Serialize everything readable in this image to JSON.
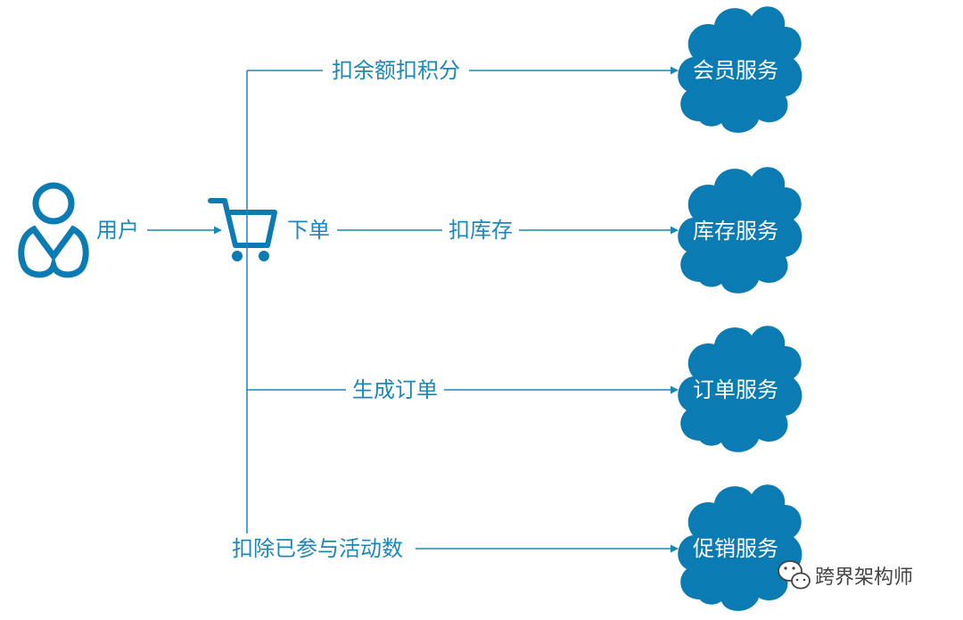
{
  "actor": {
    "label": "用户",
    "icon": "user-icon"
  },
  "order": {
    "label": "下单",
    "icon": "shopping-cart-icon"
  },
  "flows": [
    {
      "action": "扣余额扣积分",
      "service": "会员服务"
    },
    {
      "action": "扣库存",
      "service": "库存服务"
    },
    {
      "action": "生成订单",
      "service": "订单服务"
    },
    {
      "action": "扣除已参与活动数",
      "service": "促销服务"
    }
  ],
  "watermark": {
    "text": "跨界架构师",
    "icon": "wechat-icon"
  },
  "colors": {
    "primary": "#1a88b8",
    "cloud": "#0b7bb3",
    "watermark": "#444444"
  }
}
